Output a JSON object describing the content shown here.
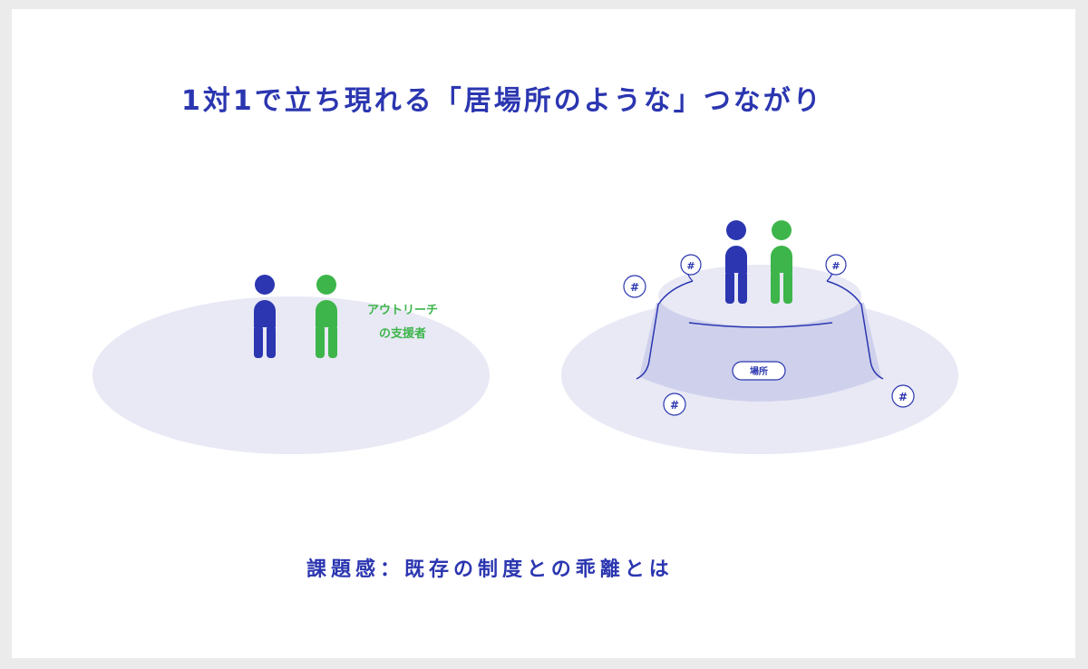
{
  "title": "1対1で立ち現れる「居場所のような」つながり",
  "left_panel": {
    "label_line1": "アウトリーチ",
    "label_line2": "の支援者"
  },
  "right_panel": {
    "place_label": "場所",
    "hashtag_symbol": "#"
  },
  "caption": "課題感：既存の制度との乖離とは",
  "colors": {
    "background": "#ebebeb",
    "slide": "#ffffff",
    "primary_blue": "#2b36b0",
    "green": "#3db54a",
    "ground_lavender": "#e8e9f5",
    "platform_side": "#cfd1ec"
  }
}
